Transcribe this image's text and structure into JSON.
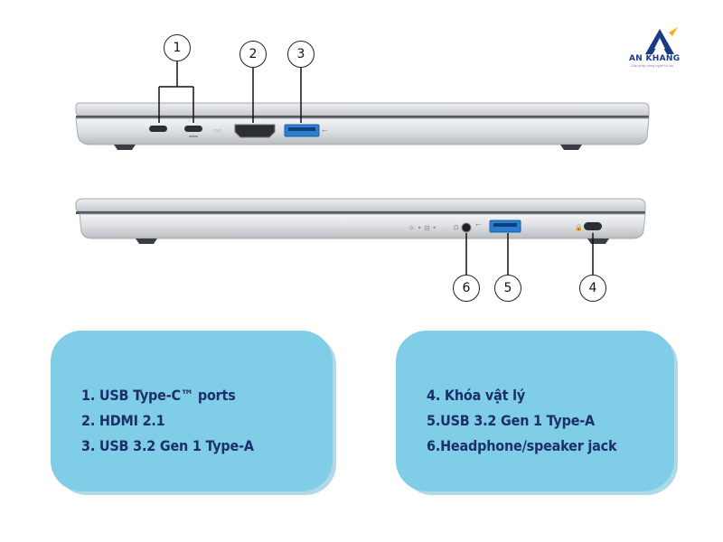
{
  "brand": {
    "name": "AN KHANG",
    "tagline": "Giải pháp công nghệ tối ưu",
    "icon": "an-khang-logo"
  },
  "callouts": {
    "c1": "1",
    "c2": "2",
    "c3": "3",
    "c4": "4",
    "c5": "5",
    "c6": "6"
  },
  "legend_left": {
    "items": [
      "1. USB Type-C™ ports",
      "2. HDMI 2.1",
      "3. USB 3.2 Gen 1 Type-A"
    ]
  },
  "legend_right": {
    "items": [
      "4. Khóa vật lý",
      "5.USB 3.2 Gen 1 Type-A",
      "6.Headphone/speaker jack"
    ]
  },
  "colors": {
    "card": "#7fcde7",
    "text": "#1d2f6b",
    "usb_blue": "#2a7fd4",
    "laptop_silver": "#d9dcdf"
  }
}
